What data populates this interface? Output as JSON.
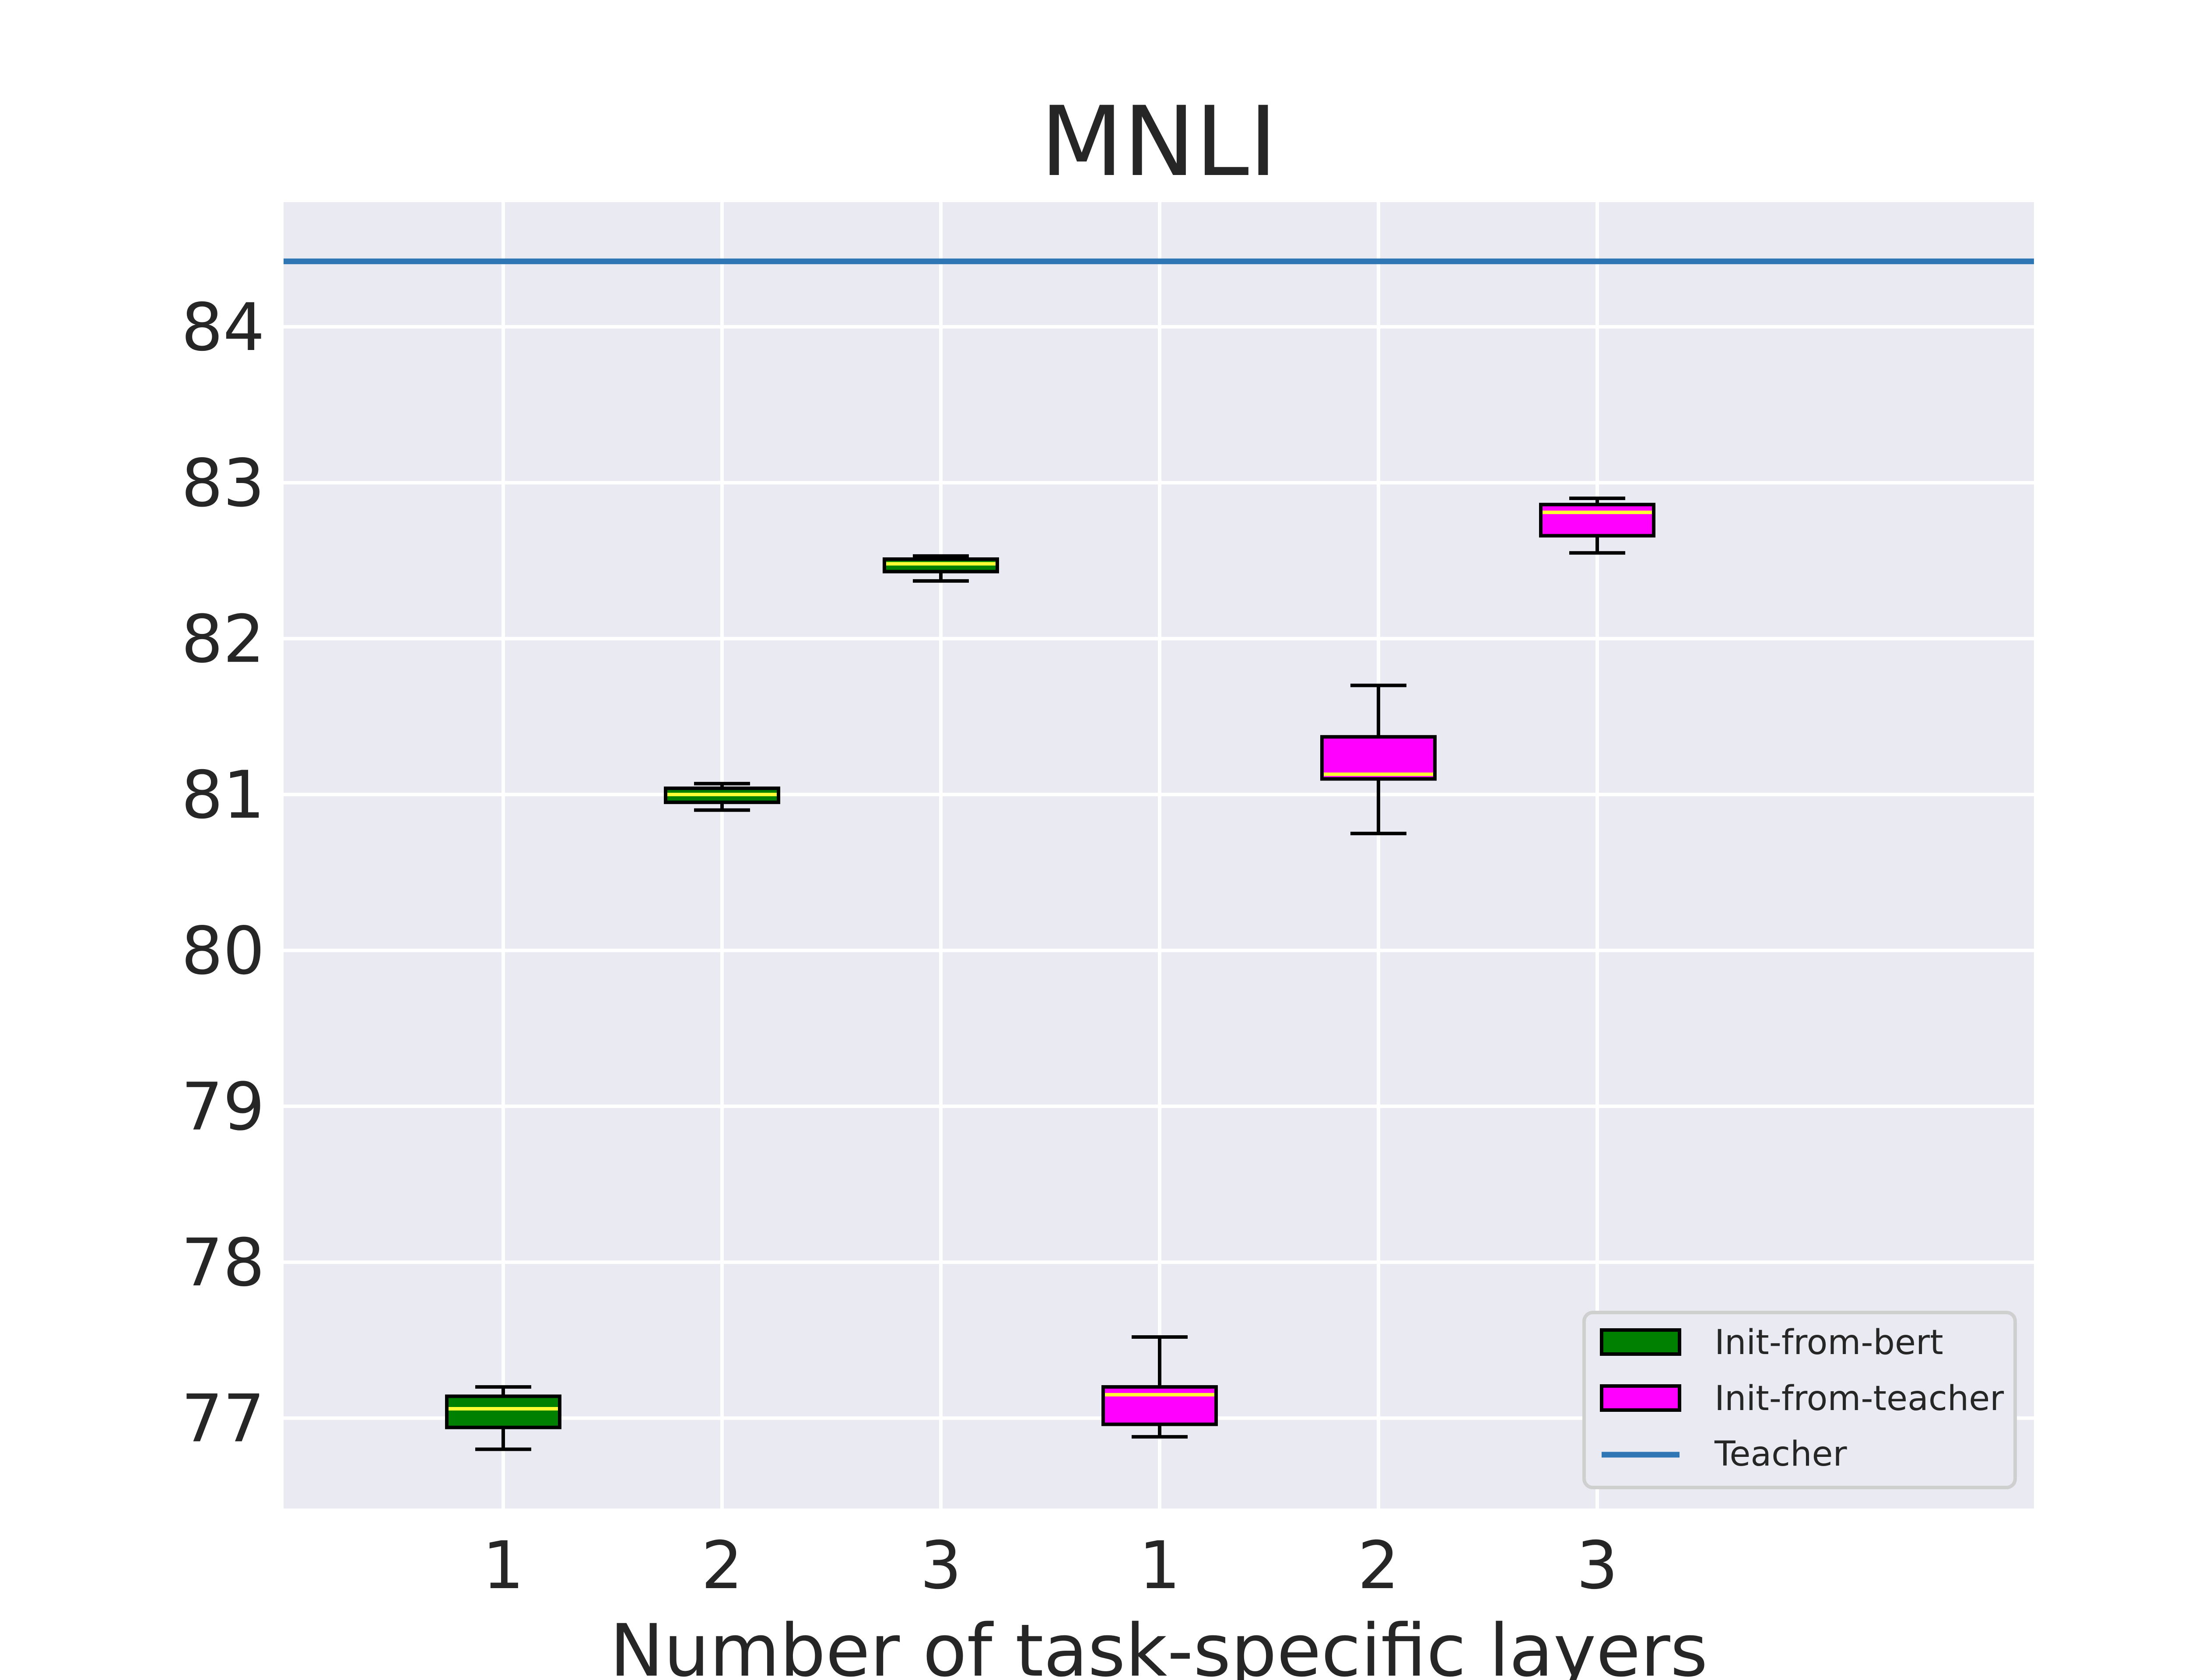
{
  "chart_data": {
    "type": "box",
    "title": "MNLI",
    "xlabel": "Number of task-specific layers",
    "ylabel": "",
    "ylim": [
      76.42,
      84.8
    ],
    "yticks": [
      77,
      78,
      79,
      80,
      81,
      82,
      83,
      84
    ],
    "x_tick_labels": [
      "1",
      "2",
      "3",
      "1",
      "2",
      "3"
    ],
    "grid": true,
    "legend_position": "lower-right",
    "colors": {
      "plot_background": "#eaeaf2",
      "grid": "#ffffff",
      "teacher_line": "#2f77b4",
      "median": "#ffff33",
      "whisker": "#000000"
    },
    "series": [
      {
        "name": "Init-from-bert",
        "color": "#008000",
        "boxes": [
          {
            "x_label": "1",
            "whisker_low": 76.8,
            "q1": 76.94,
            "median": 77.06,
            "q3": 77.14,
            "whisker_high": 77.2
          },
          {
            "x_label": "2",
            "whisker_low": 80.9,
            "q1": 80.95,
            "median": 81.0,
            "q3": 81.04,
            "whisker_high": 81.07
          },
          {
            "x_label": "3",
            "whisker_low": 82.37,
            "q1": 82.43,
            "median": 82.48,
            "q3": 82.51,
            "whisker_high": 82.53
          }
        ]
      },
      {
        "name": "Init-from-teacher",
        "color": "#ff00ff",
        "boxes": [
          {
            "x_label": "1",
            "whisker_low": 76.88,
            "q1": 76.96,
            "median": 77.15,
            "q3": 77.2,
            "whisker_high": 77.52
          },
          {
            "x_label": "2",
            "whisker_low": 80.75,
            "q1": 81.1,
            "median": 81.13,
            "q3": 81.37,
            "whisker_high": 81.7
          },
          {
            "x_label": "3",
            "whisker_low": 82.55,
            "q1": 82.66,
            "median": 82.81,
            "q3": 82.86,
            "whisker_high": 82.9
          }
        ]
      }
    ],
    "reference_lines": [
      {
        "name": "Teacher",
        "y": 84.42,
        "color": "#2f77b4"
      }
    ]
  }
}
